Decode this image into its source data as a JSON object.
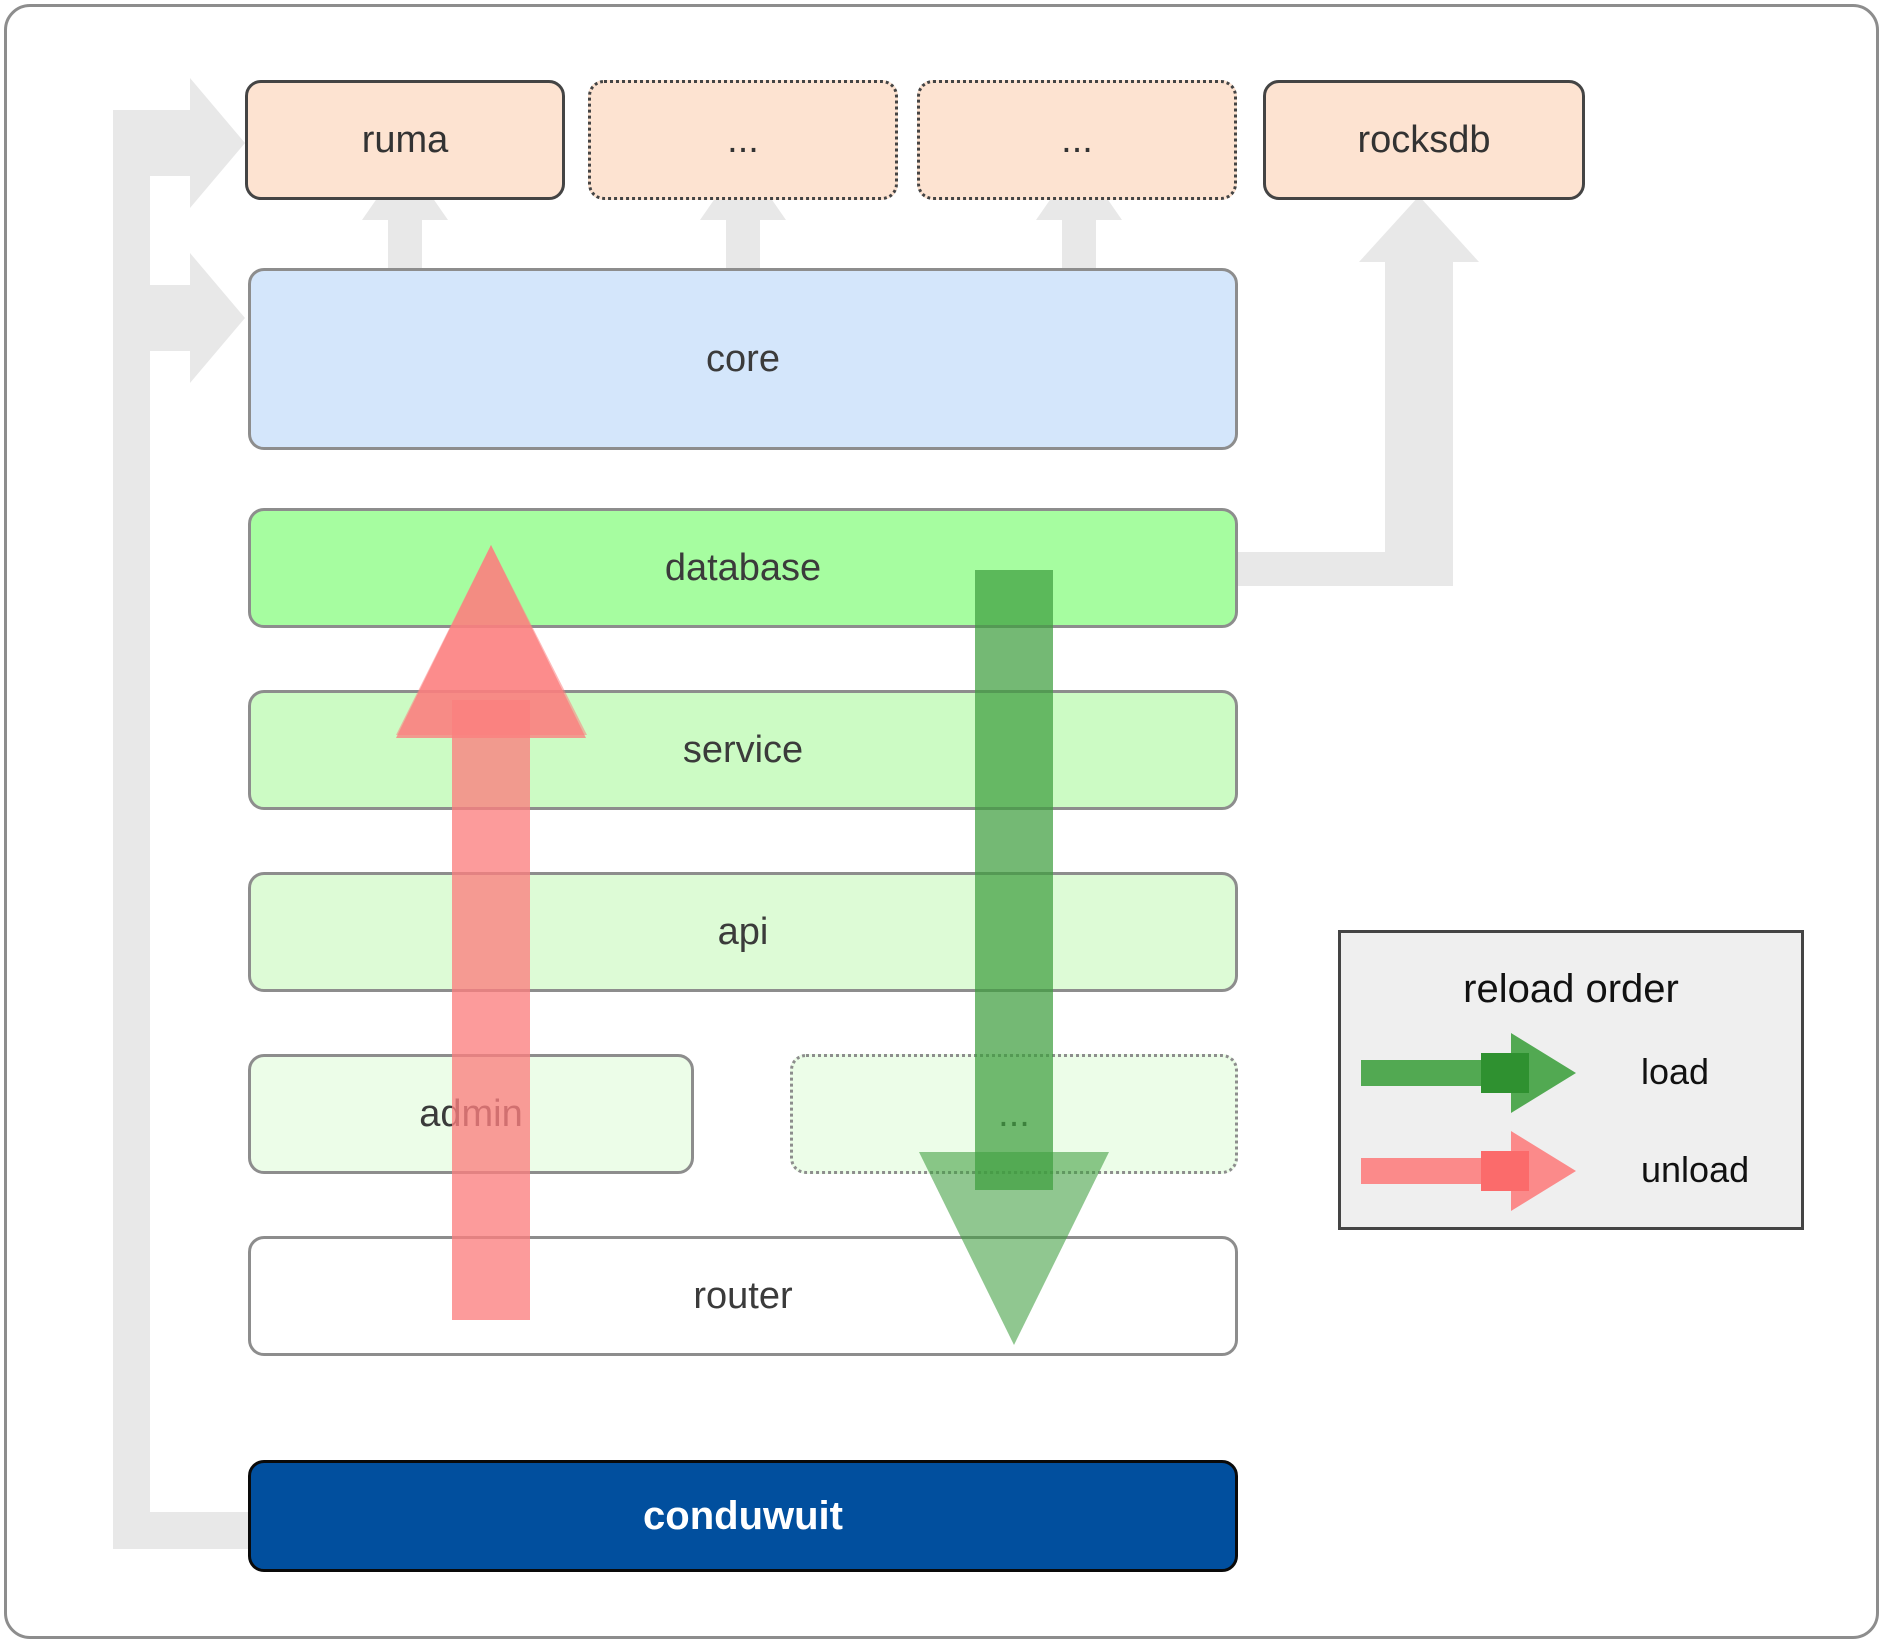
{
  "diagram": {
    "title": "conduwuit crate dependency / reload order diagram",
    "dependencies": [
      {
        "label": "ruma",
        "style": "solid"
      },
      {
        "label": "...",
        "style": "dotted"
      },
      {
        "label": "...",
        "style": "dotted"
      },
      {
        "label": "rocksdb",
        "style": "solid"
      }
    ],
    "core": {
      "label": "core"
    },
    "layers": [
      {
        "label": "database",
        "style": "solid"
      },
      {
        "label": "service",
        "style": "solid"
      },
      {
        "label": "api",
        "style": "solid"
      },
      {
        "label": "admin",
        "style": "solid"
      },
      {
        "label": "...",
        "style": "dotted"
      },
      {
        "label": "router",
        "style": "solid"
      }
    ],
    "root": {
      "label": "conduwuit"
    }
  },
  "legend": {
    "title": "reload order",
    "items": [
      {
        "label": "load",
        "color": "#52a952"
      },
      {
        "label": "unload",
        "color": "#fb7f7f"
      }
    ]
  },
  "colors": {
    "dependency_fill": "#fde3d1",
    "core_fill": "#d4e6fb",
    "database_fill": "#a6fda0",
    "service_fill": "#ccfbc4",
    "api_fill": "#ddfbd6",
    "admin_fill": "#ecfde8",
    "router_fill": "#ffffff",
    "root_fill": "#014f9e",
    "load_arrow": "#52a952",
    "unload_arrow": "#fb7f7f",
    "connector": "#e8e8e8",
    "frame_border": "#8d8d8d"
  }
}
